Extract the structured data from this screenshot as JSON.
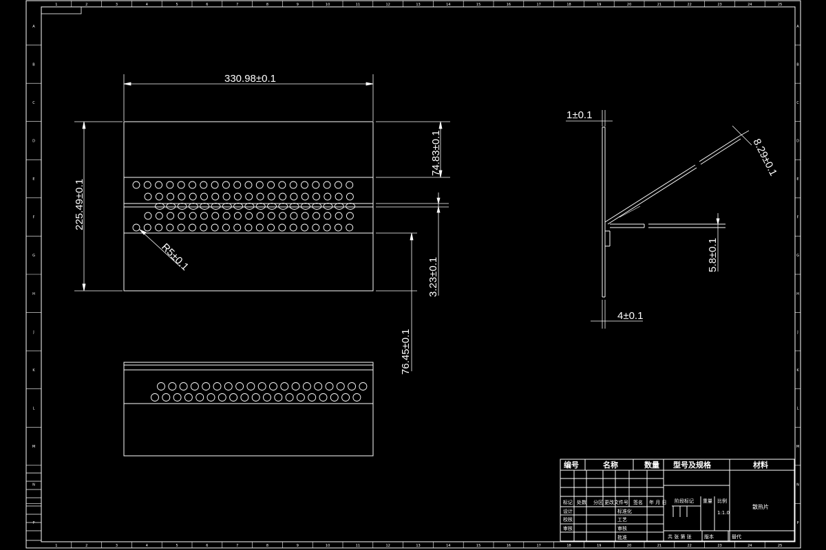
{
  "dimensions": {
    "width_top": "330.98±0.1",
    "height_left": "225.49±0.1",
    "radius": "R5±0.1",
    "offset_top": "74.83±0.1",
    "offset_lower": "3.23±0.1",
    "offset_bottom": "76.45±0.1",
    "thickness_top": "1±0.1",
    "angle_len": "8.29±0.1",
    "flange_h": "5.8±0.1",
    "base_w": "4±0.1"
  },
  "title_block": {
    "hdr_code": "编号",
    "hdr_name": "名称",
    "hdr_qty": "数量",
    "hdr_spec": "型号及规格",
    "hdr_material": "材料",
    "mark": "标记",
    "count": "处数",
    "zone": "分区",
    "change_doc": "更改文件号",
    "sign": "签名",
    "date": "年 月 日",
    "stage_mark": "阶段标记",
    "weight": "重量",
    "scale": "比例",
    "scale_value": "1:1.0",
    "design": "设计",
    "check": "校核",
    "review": "审核",
    "standard": "标准化",
    "process": "工艺",
    "approve_review": "审核",
    "approve": "批准",
    "drawing_name": "散热片",
    "sheet_total": "共 张 第 张",
    "version": "版本",
    "replace": "替代"
  },
  "side_labels": [
    "A",
    "B",
    "C",
    "D",
    "E",
    "F",
    "G",
    "H",
    "J",
    "K",
    "L",
    "M",
    "N",
    "P"
  ],
  "top_numbers": [
    "1",
    "2",
    "3",
    "4",
    "5",
    "6",
    "7",
    "8",
    "9",
    "10",
    "11",
    "12",
    "13",
    "14",
    "15",
    "16",
    "17",
    "18",
    "19",
    "20",
    "21",
    "22",
    "23",
    "24",
    "25"
  ],
  "colors": {
    "background": "#000000",
    "line": "#ffffff"
  }
}
